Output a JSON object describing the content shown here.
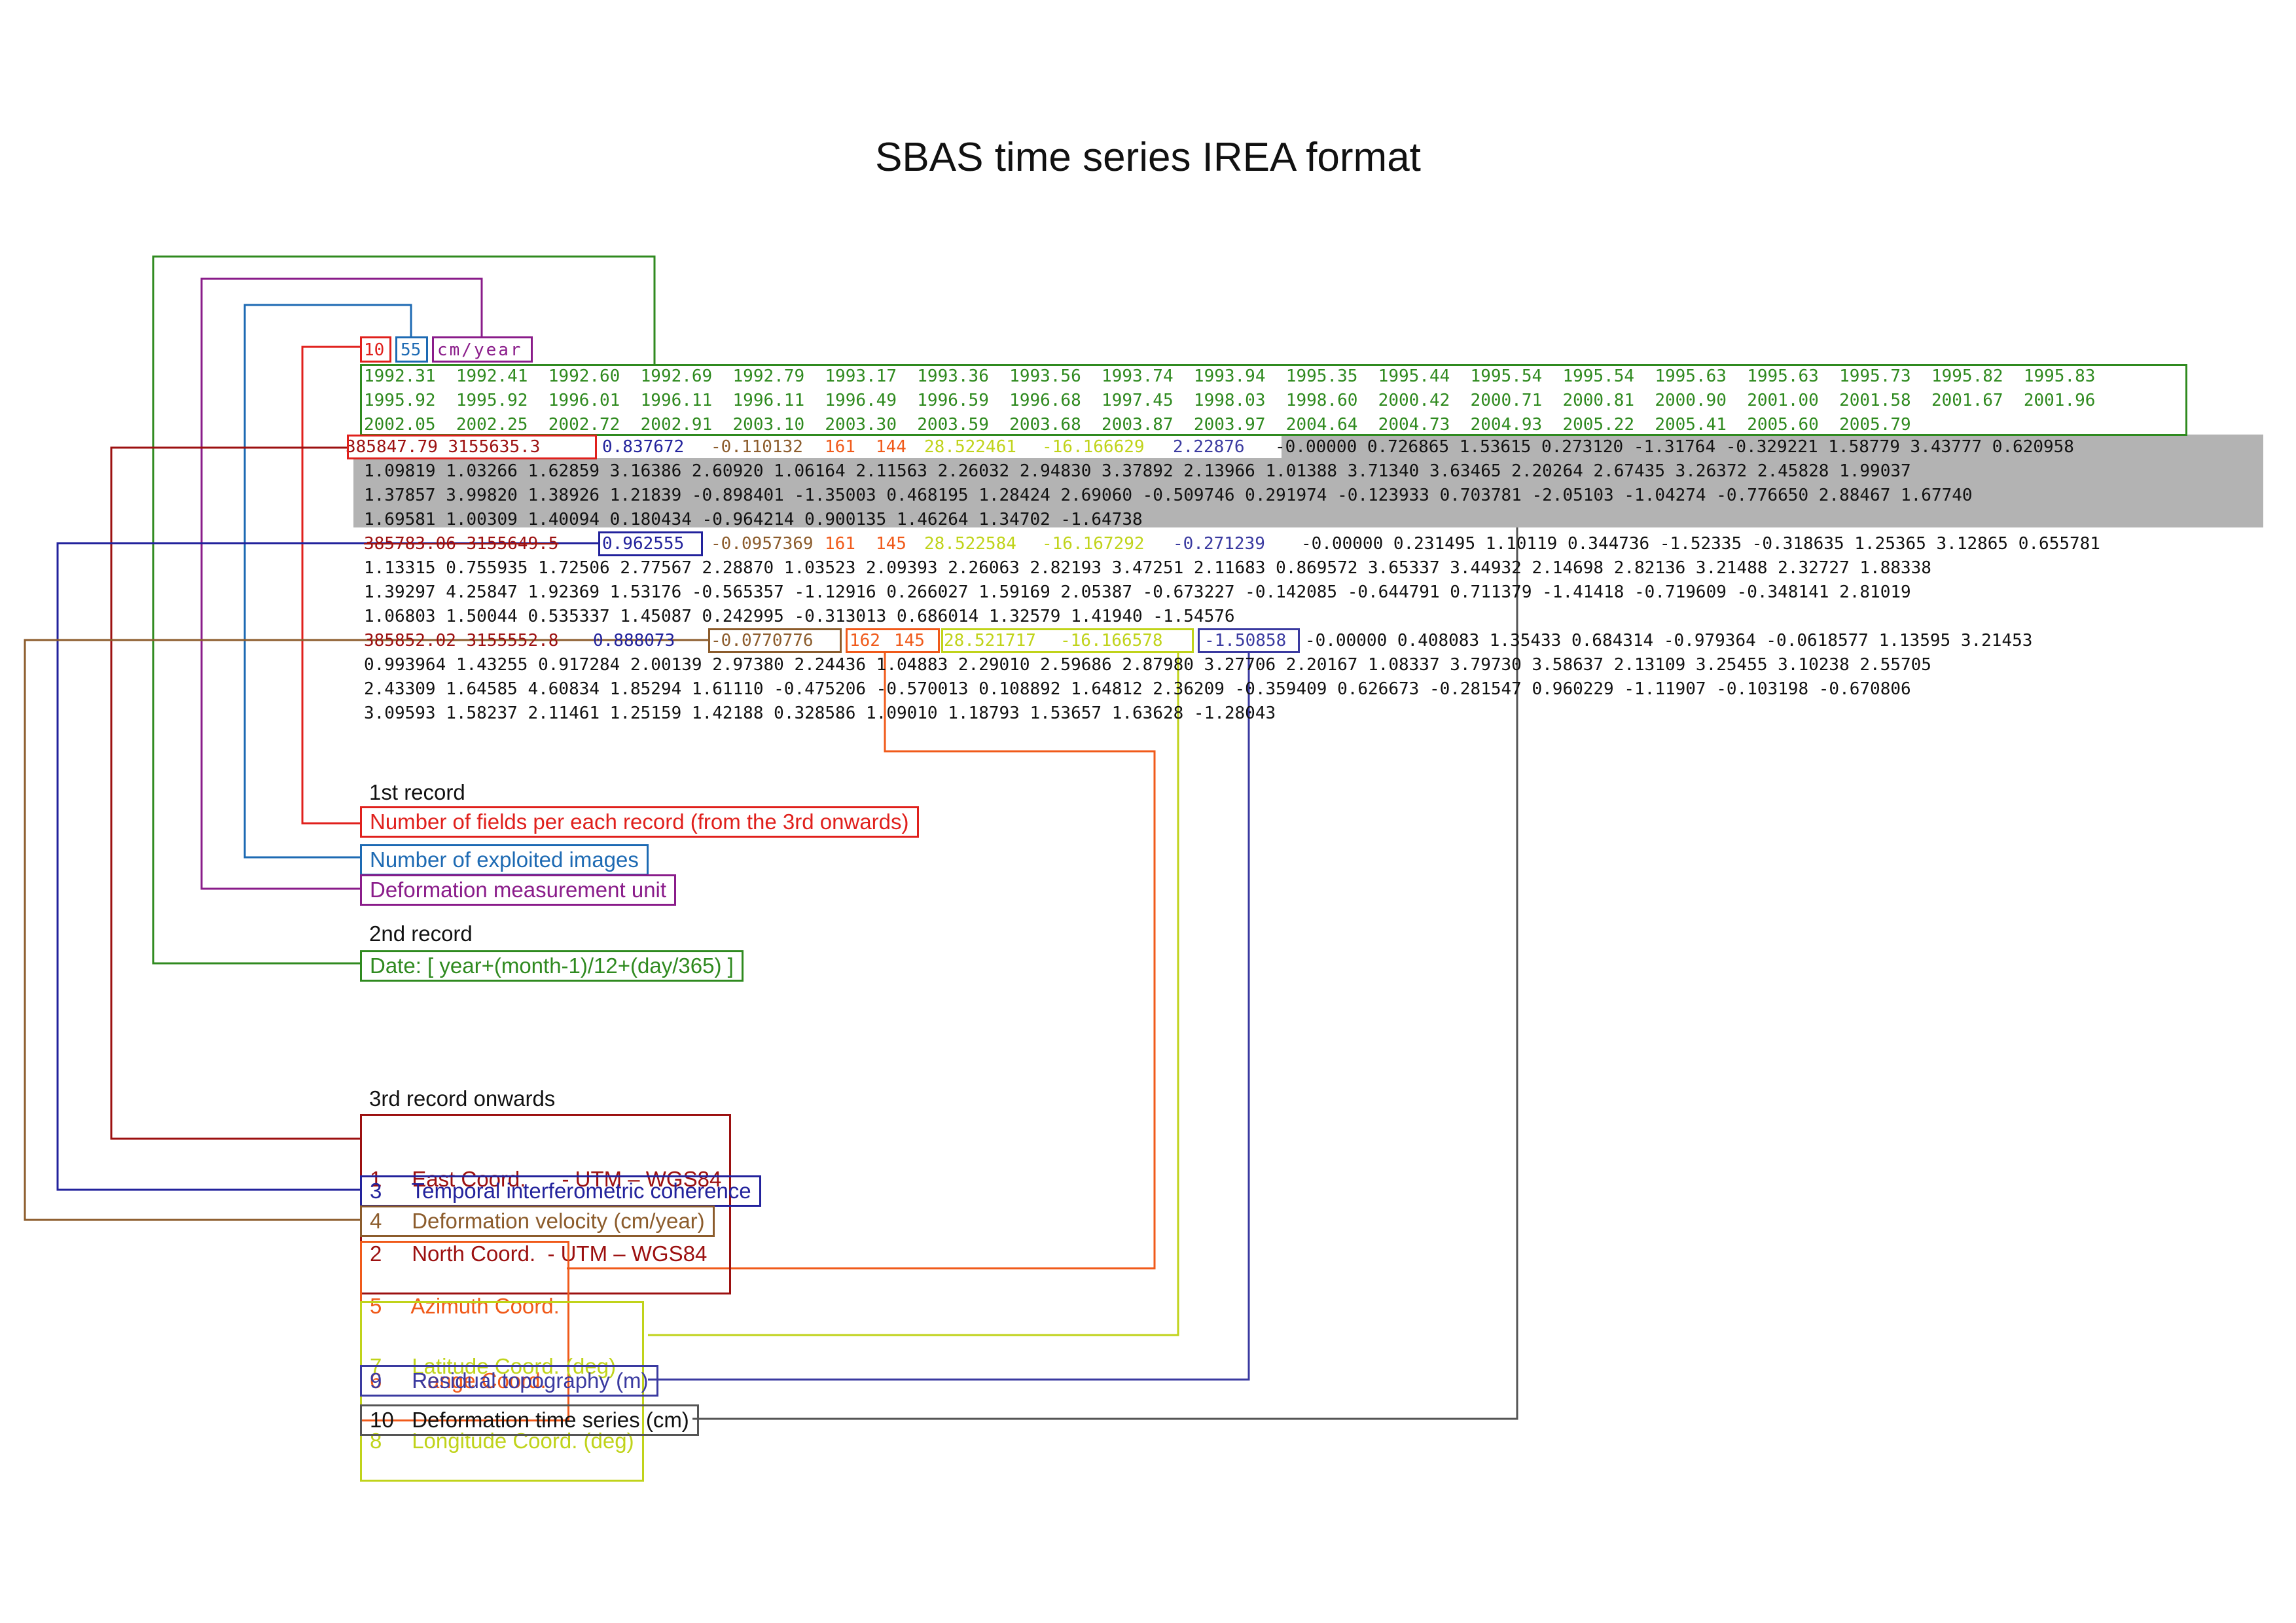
{
  "title": "SBAS time series IREA format",
  "colors": {
    "red": "#e0201c",
    "blue": "#1d6ab3",
    "purple": "#8a1c8a",
    "green": "#2f8a1f",
    "darkred": "#9c1010",
    "navy": "#22229c",
    "brown": "#8c5c2c",
    "orange": "#f05a1a",
    "yellowgreen": "#c0d31a",
    "indigo": "#3a3aa0",
    "gray": "#555555",
    "shade": "#b3b3b3"
  },
  "record1": {
    "fields": "10",
    "images": "55",
    "unit": "cm/year"
  },
  "dates": [
    "1992.31  1992.41  1992.60  1992.69  1992.79  1993.17  1993.36  1993.56  1993.74  1993.94  1995.35  1995.44  1995.54  1995.54  1995.63  1995.63  1995.73  1995.82  1995.83",
    "1995.92  1995.92  1996.01  1996.11  1996.11  1996.49  1996.59  1996.68  1997.45  1998.03  1998.60  2000.42  2000.71  2000.81  2000.90  2001.00  2001.58  2001.67  2001.96",
    "2002.05  2002.25  2002.72  2002.91  2003.10  2003.30  2003.59  2003.68  2003.87  2003.97  2004.64  2004.73  2004.93  2005.22  2005.41  2005.60  2005.79"
  ],
  "row1": {
    "coords": "385847.79 3155635.3",
    "coherence": "0.837672",
    "velocity": "-0.110132",
    "azimuth": "161",
    "range": "144",
    "lat": "28.522461",
    "lon": "-16.166629",
    "topo": "2.22876",
    "series_head": "-0.00000 0.726865 1.53615 0.273120 -1.31764 -0.329221 1.58779 3.43777 0.620958",
    "series_lines": [
      "1.09819 1.03266 1.62859 3.16386 2.60920 1.06164 2.11563 2.26032 2.94830 3.37892 2.13966 1.01388 3.71340 3.63465 2.20264 2.67435 3.26372 2.45828 1.99037",
      "1.37857 3.99820 1.38926 1.21839 -0.898401 -1.35003 0.468195 1.28424 2.69060 -0.509746 0.291974 -0.123933 0.703781 -2.05103 -1.04274 -0.776650 2.88467 1.67740",
      "1.69581 1.00309 1.40094 0.180434 -0.964214 0.900135 1.46264 1.34702 -1.64738"
    ]
  },
  "row2": {
    "coords": "385783.06 3155649.5",
    "coherence": "0.962555",
    "velocity": "-0.0957369",
    "azimuth": "161",
    "range": "145",
    "lat": "28.522584",
    "lon": "-16.167292",
    "topo": "-0.271239",
    "series_head": "-0.00000 0.231495 1.10119 0.344736 -1.52335 -0.318635 1.25365 3.12865 0.655781",
    "series_lines": [
      "1.13315 0.755935 1.72506 2.77567 2.28870 1.03523 2.09393 2.26063 2.82193 3.47251 2.11683 0.869572 3.65337 3.44932 2.14698 2.82136 3.21488 2.32727 1.88338",
      "1.39297 4.25847 1.92369 1.53176 -0.565357 -1.12916 0.266027 1.59169 2.05387 -0.673227 -0.142085 -0.644791 0.711379 -1.41418 -0.719609 -0.348141 2.81019",
      "1.06803 1.50044 0.535337 1.45087 0.242995 -0.313013 0.686014 1.32579 1.41940 -1.54576"
    ]
  },
  "row3": {
    "coords": "385852.02 3155552.8",
    "coherence": "0.888073",
    "velocity": "-0.0770776",
    "azimuth": "162",
    "range": "145",
    "lat": "28.521717",
    "lon": "-16.166578",
    "topo": "-1.50858",
    "series_head": "-0.00000 0.408083 1.35433 0.684314 -0.979364 -0.0618577 1.13595 3.21453",
    "series_lines": [
      "0.993964 1.43255 0.917284 2.00139 2.97380 2.24436 1.04883 2.29010 2.59686 2.87980 3.27706 2.20167 1.08337 3.79730 3.58637 2.13109 3.25455 3.10238 2.55705",
      "2.43309 1.64585 4.60834 1.85294 1.61110 -0.475206 -0.570013 0.108892 1.64812 2.36209 -0.359409 0.626673 -0.281547 0.960229 -1.11907 -0.103198 -0.670806",
      "3.09593 1.58237 2.11461 1.25159 1.42188 0.328586 1.09010 1.18793 1.53657 1.63628 -1.28043"
    ]
  },
  "legend": {
    "first_header": "1st record",
    "fields": "Number of fields per each record (from the 3rd onwards)",
    "images": "Number of exploited images",
    "unit": "Deformation measurement unit",
    "second_header": "2nd record",
    "date": "Date: [ year+(month-1)/12+(day/365) ]",
    "third_header": "3rd record onwards",
    "east": "1     East Coord.      - UTM – WGS84",
    "north": "2     North Coord.  - UTM – WGS84",
    "coherence": "3     Temporal interferometric coherence",
    "velocity": "4     Deformation velocity (cm/year)",
    "azimuth": "5     Azimuth Coord.",
    "range": "6     Range Coord.",
    "lat": "7     Latitude Coord. (deg)",
    "lon": "8     Longitude Coord. (deg)",
    "topo": "9     Residual topography (m)",
    "series": "10   Deformation time series (cm)"
  }
}
